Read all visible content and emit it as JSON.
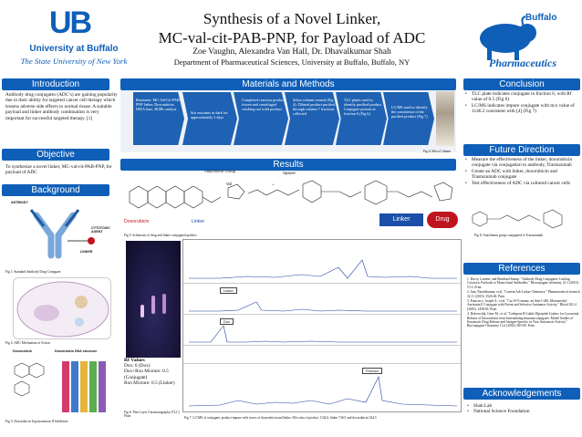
{
  "logo_left": {
    "text": "UB",
    "line1": "University at Buffalo",
    "line2": "The State University of New York"
  },
  "logo_right": {
    "line1": "Buffalo",
    "line2": "Pharmaceutics"
  },
  "title": {
    "line1": "Synthesis of a Novel Linker,",
    "line2": "MC-val-cit-PAB-PNP, for Payload of ADC",
    "authors": "Zoe Vaughn, Alexandra Van Hall, Dr. Dhavalkumar Shah",
    "affiliation": "Department of Pharmaceutical Sciences, University at Buffalo, Buffalo, NY"
  },
  "introduction": {
    "header": "Introduction",
    "text": "Antibody drug conjugates (ADC’s) are gaining popularity due to their ability for targeted cancer cell therapy which lessens adverse side effects to normal tissue. A suitable payload and linker antibody combination is very important for successful targeted therapy. [1]"
  },
  "objective": {
    "header": "Objective",
    "text": "To synthesize a novel linker, MC-val-cit-PAB-PNP, for payload of ADC"
  },
  "background": {
    "header": "Background",
    "fig1_caption": "Fig 1: Standard Antibody Drug Conjugate",
    "fig1_labels": [
      "ANTIBODY",
      "CYTOTOXIC AGENT",
      "LINKER"
    ],
    "fig2_caption": "Fig 2: ADC Mechanism of Action",
    "fig3_labels": [
      "Doxorubicin",
      "Doxorubicin DNA structure"
    ],
    "fig3_caption": "Fig 3: Doxorubicin Topoisomerase II Inhibition"
  },
  "methods": {
    "header": "Materials and Methods",
    "steps": [
      "Reactants: MC-Val-Cit-PAB-PNP linker, Doxorubicin, DIEA base, HOBt catalyst",
      "Stir reactants in dark for approximately 2 days",
      "Completed reaction product frozen and centrifuged crushing out solid product",
      "Silica column created (Fig 4). Diluted product purified through column 7 fractions collected",
      "TLC plates used to identify purified product. Conjugate present in fraction 6 (Fig 6)",
      "LC/MS used to identify the consistence of the purified product (Fig 7)"
    ],
    "fig4_caption": "Fig 4: Silica Column"
  },
  "results": {
    "header": "Results",
    "attachment_label": "Attachment Group",
    "val_label": "Val",
    "spacer_label": "Spacer",
    "doxorubicin_label": "Doxorubicin",
    "linker_label": "Linker",
    "linker_tag": "Linker",
    "drug_tag": "Drug",
    "fig5_caption": "Fig 5: Schematic of drug and linker conjugated product",
    "fig8_caption": "Fig 8: Attachment group conjugated to Trastuzumab",
    "rf_title": "Rf Values",
    "rf_values": [
      "Dox: 0 (Dox)",
      "Dox+Rxn Mixture: 0.5 (Conjugate)",
      "Rxn Mixture: 0.5 (Linker)"
    ],
    "fig6_caption": "Fig 6: Thin Layer Chromatography (TLC) Plate",
    "spectra_tags": [
      "Linker",
      "Dox",
      "Product"
    ],
    "fig7_caption": "Fig 7: LC/MS of conjugate, product impure with traces of doxorubicin and linker. M/z ratio of product 1142.6, linker 736.5 and doxorubicin 544.5"
  },
  "conclusion": {
    "header": "Conclusion",
    "items": [
      "TLC plate indicates conjugate in fraction 6, with Rf value of 0.5 (Fig 6)",
      "LC/MS indicates impure conjugate with m/z value of 1146.2 consistent with [4] (Fig 7)"
    ]
  },
  "future": {
    "header": "Future Direction",
    "items": [
      "Measure the effectiveness of the linker, doxorubicin conjugate via conjugation to antibody, Trastuzumab",
      "Create an ADC with linker, doxorubicin and Trastuzumab conjugate",
      "Test effectiveness of ADC via cultured cancer cells"
    ]
  },
  "references": {
    "header": "References",
    "items": [
      "1. Ducry, Laurent, and Bernhard Stump. \"Antibody-Drug Conjugates: Linking Cytotoxic Payloads to Monoclonal Antibodies.\" Bioconjugate chemistry 21.1 (2010): 5-13. Print.",
      "2. Jain, Nareshkumar, et al. \"Current Adc Linker Chemistry.\" Pharmaceutical research 32.11 (2015): 3526-40. Print.",
      "3. Francisco, Joseph A., et al. \"Cac10-Vcmmae, an Anti-Cd30–Monomethyl Auristatin E Conjugate with Potent and Selective Antitumor Activity.\" Blood 102.4 (2003): 1458-65. Print.",
      "4. Dubowchik, Gene M., et al. \"Cathepsin B-Labile Dipeptide Linkers for Lysosomal Release of Doxorubicin from Internalizing Immunoconjugates: Model Studies of Enzymatic Drug Release and Antigen-Specific in Vitro Anticancer Activity.\" Bioconjugate Chemistry 13.4 (2002): 855-69. Print."
    ]
  },
  "acknowledgements": {
    "header": "Acknowledgements",
    "items": [
      "Shah Lab",
      "National Science Foundation"
    ]
  },
  "colors": {
    "header_blue": "#0f5fb8",
    "arrow_blue": "#1f62b3",
    "dox_red": "#c0141e",
    "linker_blue": "#1b4fa8"
  }
}
